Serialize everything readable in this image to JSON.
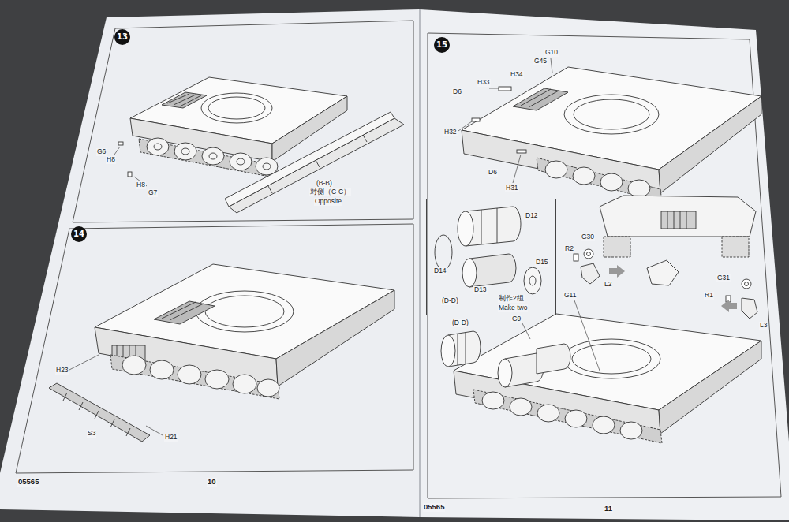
{
  "diagram": {
    "nodes": [
      {
        "text": [
          "13"
        ]
      },
      {
        "text": [
          "14"
        ]
      },
      {
        "text": [
          "15"
        ]
      },
      {
        "text": [
          "D12",
          "D14",
          "D13",
          "D15",
          "(D-D)",
          "制作2组",
          "Make two"
        ]
      }
    ],
    "labels": [
      "G6",
      "H8",
      "H8",
      "G7",
      "(B-B)",
      "对侧（C-C）",
      "Opposite",
      "H23",
      "S3",
      "H21",
      "05565",
      "10",
      "G10",
      "G45",
      "H34",
      "H33",
      "D6",
      "H32",
      "D6",
      "H31",
      "R2",
      "G30",
      "L2",
      "G31",
      "R1",
      "L3",
      "G11",
      "G9",
      "(D-D)",
      "05565",
      "11"
    ]
  }
}
